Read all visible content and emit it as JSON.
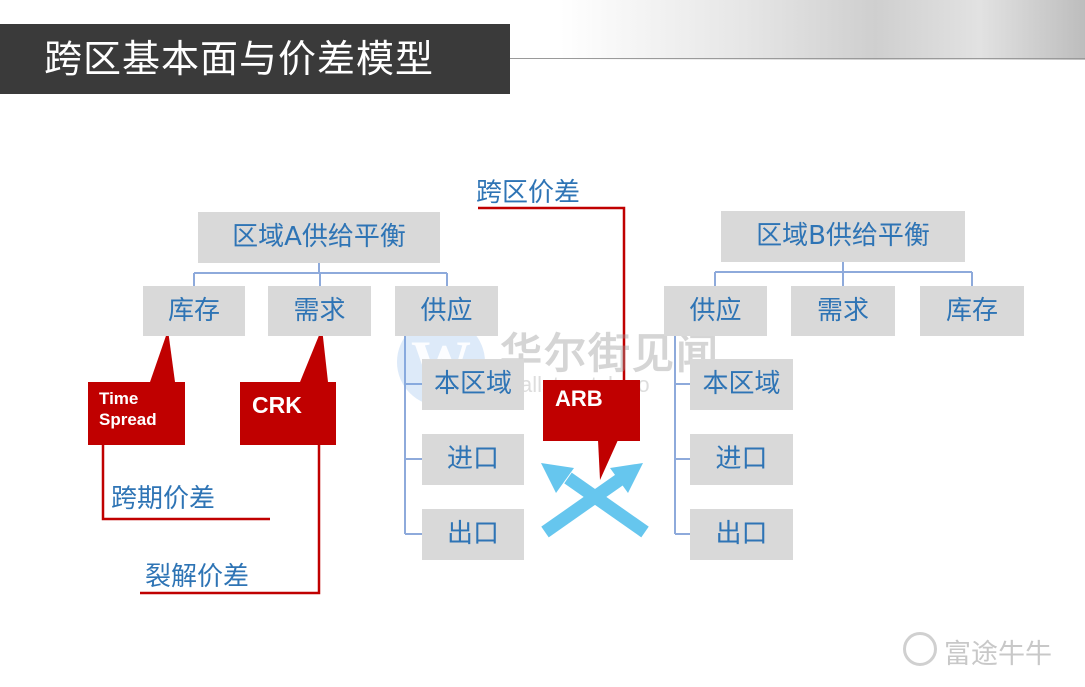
{
  "title": "跨区基本面与价差模型",
  "region_a": {
    "header": "区域A供给平衡",
    "items": [
      "库存",
      "需求",
      "供应"
    ],
    "supply_sub": [
      "本区域",
      "进口",
      "出口"
    ]
  },
  "region_b": {
    "header": "区域B供给平衡",
    "items": [
      "供应",
      "需求",
      "库存"
    ],
    "supply_sub": [
      "本区域",
      "进口",
      "出口"
    ]
  },
  "callouts": {
    "time_spread_line1": "Time",
    "time_spread_line2": "Spread",
    "crk": "CRK",
    "arb": "ARB"
  },
  "labels": {
    "inter_region_spread": "跨区价差",
    "calendar_spread": "跨期价差",
    "crack_spread": "裂解价差"
  },
  "watermark": {
    "logo_letter": "W",
    "name": "华尔街见闻",
    "url": "allstreetch.co"
  },
  "footer_logo": "富途牛牛",
  "colors": {
    "box_fill": "#d9d9d9",
    "box_text": "#2e74b5",
    "callout": "#c00000",
    "arrows": "#66c6ee",
    "connector": "#8eaadb"
  }
}
